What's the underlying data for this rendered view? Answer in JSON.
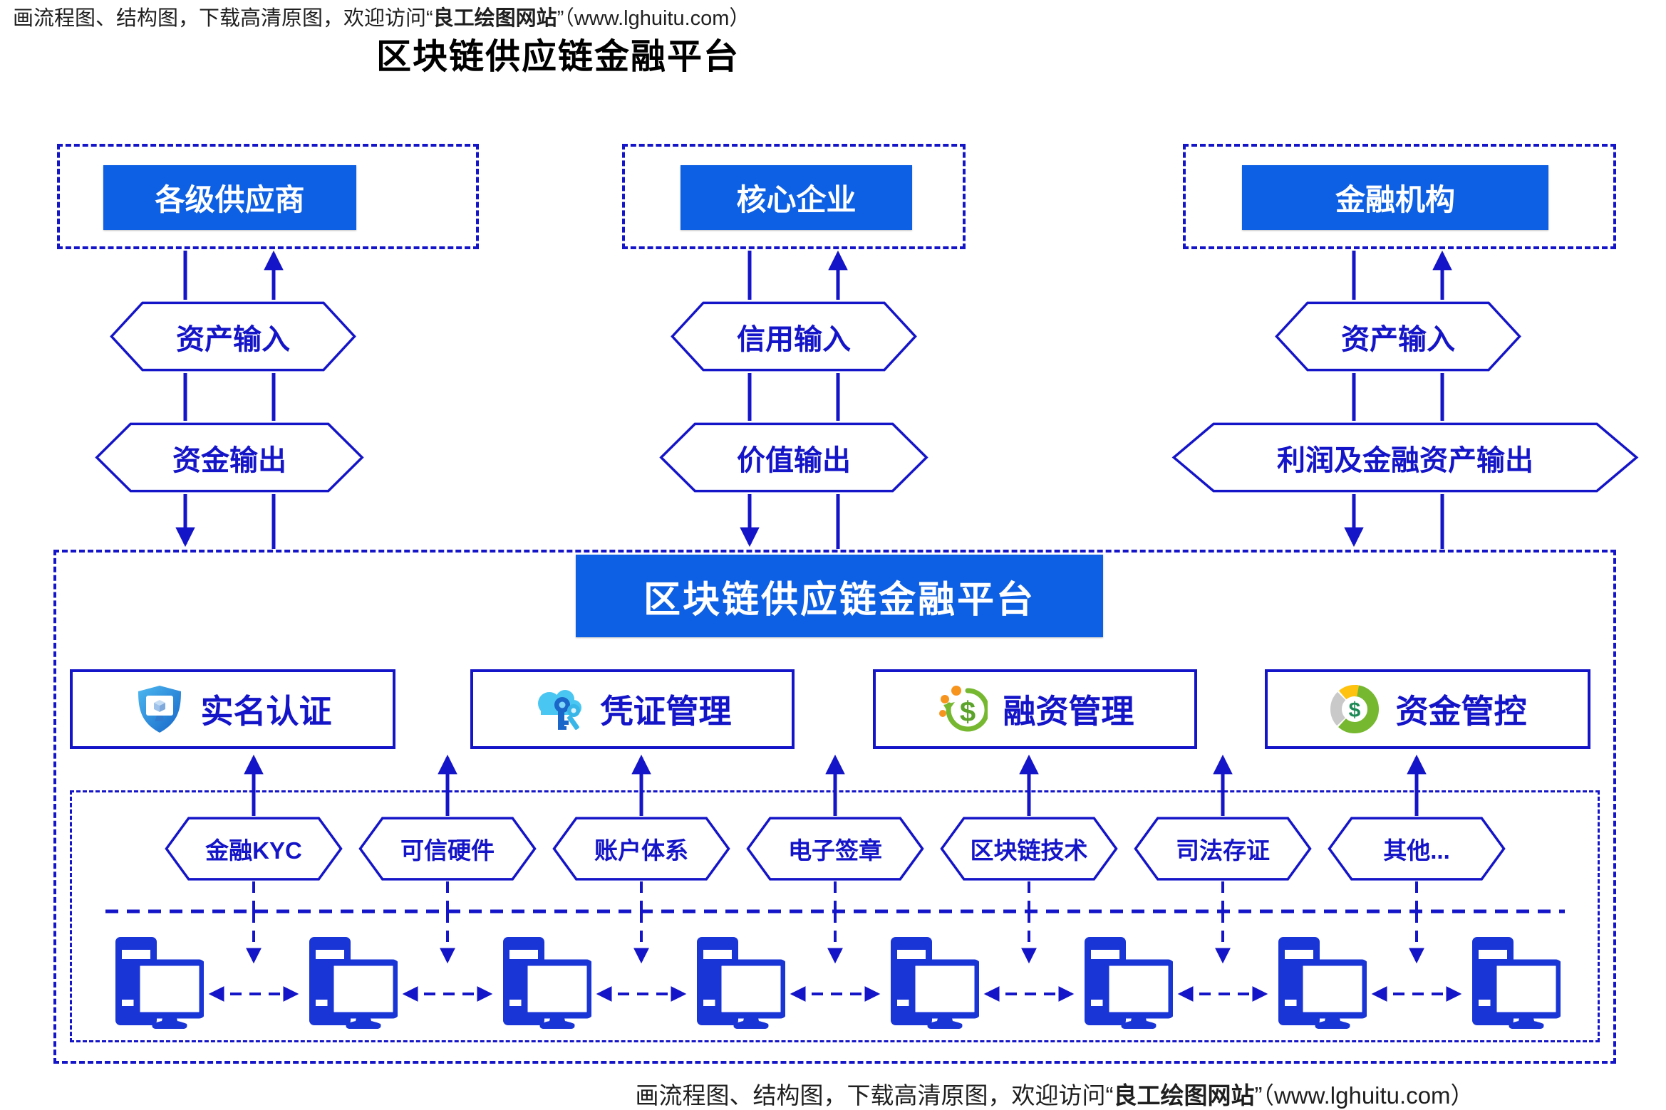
{
  "page": {
    "title": "区块链供应链金融平台",
    "header_note": {
      "prefix": "画流程图、结构图，下载高清原图，欢迎访问“",
      "brand": "良工绘图网站",
      "suffix": "”（www.lghuitu.com）"
    },
    "footer_note": {
      "prefix": "画流程图、结构图，下载高清原图，欢迎访问“",
      "brand": "良工绘图网站",
      "suffix": "”（www.lghuitu.com）"
    }
  },
  "colors": {
    "line_blue": "#1414c8",
    "fill_blue": "#0d5fe3",
    "computer_blue": "#1a35d6",
    "icon_green": "#76b82f",
    "icon_orange": "#f7941e",
    "icon_yellow": "#ffc20e",
    "icon_gray": "#c9c9c9",
    "icon_light_blue": "#49c6f2",
    "icon_mid_blue": "#1b66c9",
    "text_dark": "#1f1f1f"
  },
  "entities": [
    {
      "label": "各级供应商"
    },
    {
      "label": "核心企业"
    },
    {
      "label": "金融机构"
    }
  ],
  "flows": [
    {
      "input": "资产输入",
      "output": "资金输出"
    },
    {
      "input": "信用输入",
      "output": "价值输出"
    },
    {
      "input": "资产输入",
      "output": "利润及金融资产输出"
    }
  ],
  "platform": {
    "banner": "区块链供应链金融平台"
  },
  "features": [
    {
      "label": "实名认证",
      "icon": "shield-monitor-icon"
    },
    {
      "label": "凭证管理",
      "icon": "cloud-keys-icon"
    },
    {
      "label": "融资管理",
      "icon": "dollar-cycle-icon"
    },
    {
      "label": "资金管控",
      "icon": "donut-dollar-icon"
    }
  ],
  "technologies": [
    {
      "label": "金融KYC"
    },
    {
      "label": "可信硬件"
    },
    {
      "label": "账户体系"
    },
    {
      "label": "电子签章"
    },
    {
      "label": "区块链技术"
    },
    {
      "label": "司法存证"
    },
    {
      "label": "其他..."
    }
  ],
  "network": {
    "node_icon": "computer-icon",
    "node_count": 8
  }
}
